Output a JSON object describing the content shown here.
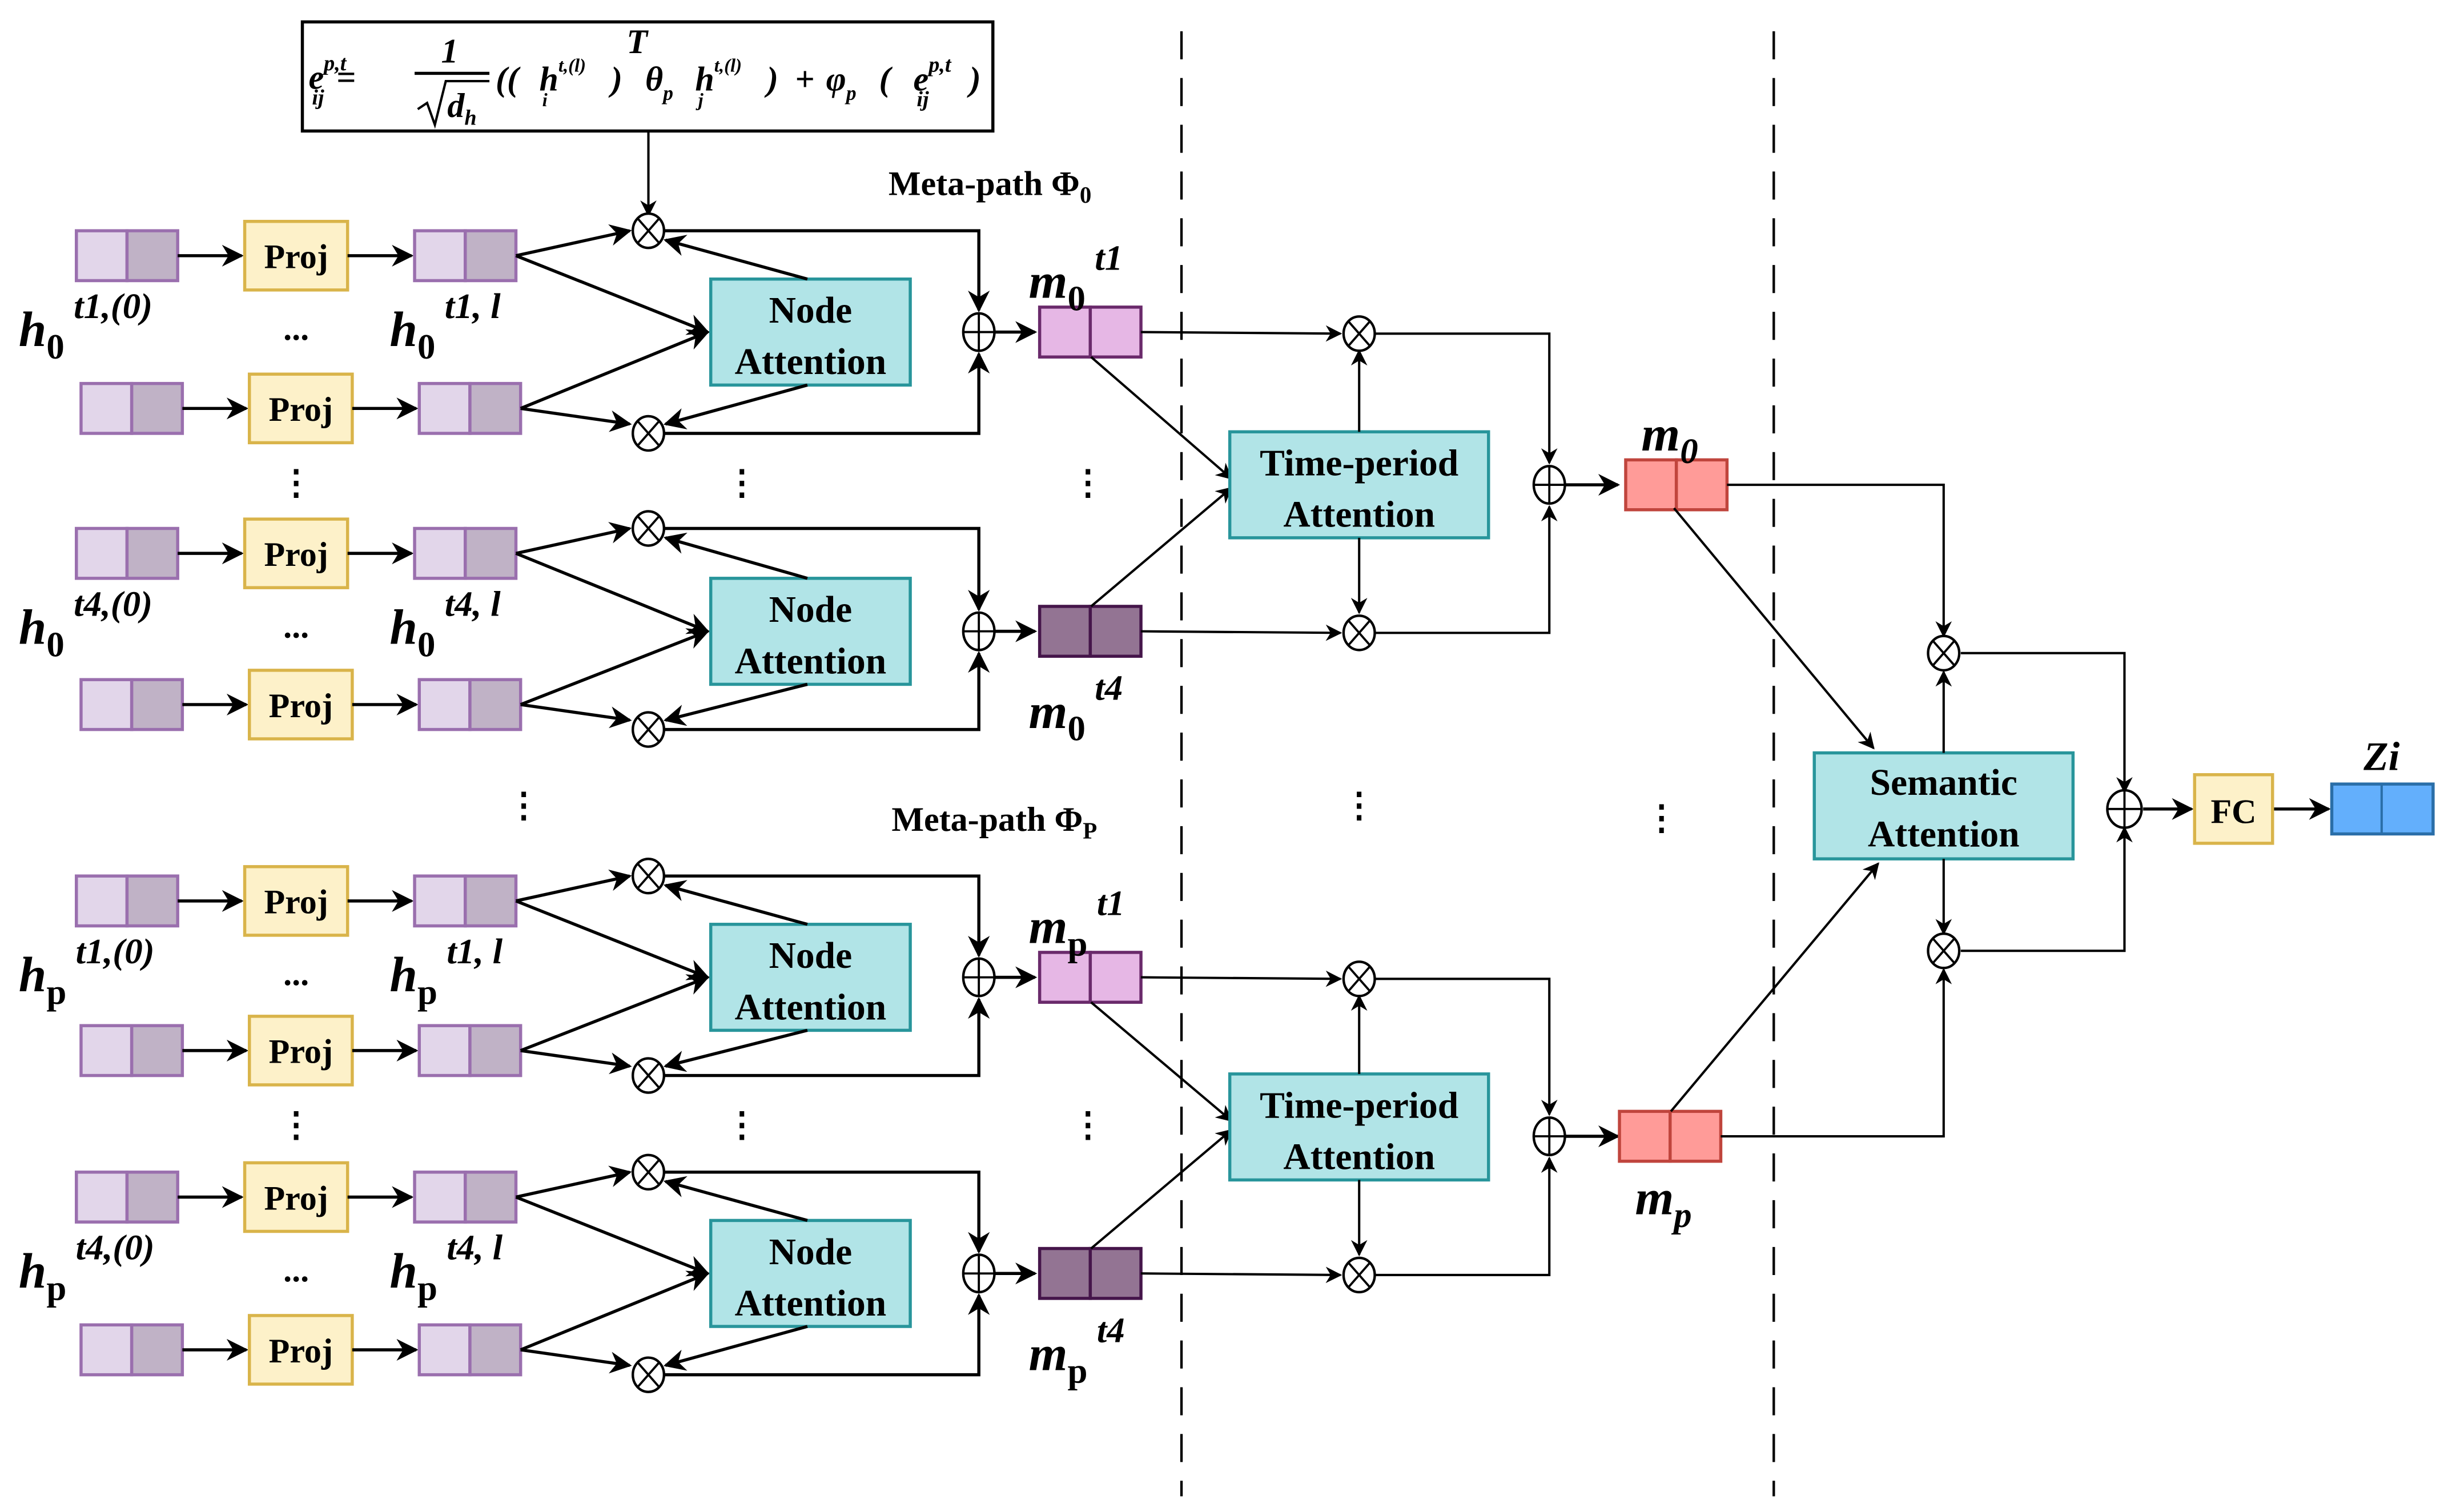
{
  "formula": {
    "lhs": "e",
    "lhs_sup": "p,t",
    "lhs_sub": "ij",
    "equals": "=",
    "frac_num": "1",
    "frac_den": "d",
    "frac_den_sub": "h",
    "body": "((h_i^{t,(l)})^T θ_p h_j^{t,(l)}) + φ_p(e_ij^{p,t})",
    "parts": {
      "h1": "h",
      "h1_sup": "t,(l)",
      "h1_sub": "i",
      "transpose": "T",
      "theta": "θ",
      "theta_sub": "p",
      "h2": "h",
      "h2_sup": "t,(l)",
      "h2_sub": "j",
      "plus": "+",
      "phi": "φ",
      "phi_sub": "p",
      "e2": "e",
      "e2_sup": "p,t",
      "e2_sub": "ij"
    }
  },
  "metapaths": [
    {
      "title": "Meta-path Φ",
      "title_sub": "0",
      "sym": "h",
      "sub": "0",
      "groups": [
        {
          "input_label_sup": "t1,(0)",
          "proj_label_sup": "t1, l",
          "m_label": "m",
          "m_sub": "0",
          "m_sup": "t1"
        },
        {
          "input_label_sup": "t4,(0)",
          "proj_label_sup": "t4, l",
          "m_label": "m",
          "m_sub": "0",
          "m_sup": "t4"
        }
      ],
      "output_label": "m",
      "output_sub": "0"
    },
    {
      "title": "Meta-path Φ",
      "title_sub": "P",
      "sym": "h",
      "sub": "p",
      "groups": [
        {
          "input_label_sup": "t1,(0)",
          "proj_label_sup": "t1, l",
          "m_label": "m",
          "m_sub": "p",
          "m_sup": "t1"
        },
        {
          "input_label_sup": "t4,(0)",
          "proj_label_sup": "t4, l",
          "m_label": "m",
          "m_sub": "p",
          "m_sup": "t4"
        }
      ],
      "output_label": "m",
      "output_sub": "p"
    }
  ],
  "blocks": {
    "proj": "Proj",
    "node_attention_l1": "Node",
    "node_attention_l2": "Attention",
    "time_attention_l1": "Time-period",
    "time_attention_l2": "Attention",
    "semantic_attention_l1": "Semantic",
    "semantic_attention_l2": "Attention",
    "fc": "FC",
    "output": "Zi"
  },
  "ellipsis_h": "...",
  "ellipsis_v": "⋮",
  "operators": {
    "multiply": "⊗",
    "add": "⊕"
  },
  "colors": {
    "vec_light": "#e2d6ea",
    "vec_dark": "#c0b2c6",
    "vec_border": "#9a6fae",
    "proj_fill": "#fdf1c9",
    "proj_border": "#d9b44a",
    "attn_fill": "#b1e4e7",
    "attn_border": "#28959b",
    "m_t1_fill": "#e6b7e5",
    "m_t1_border": "#6a2a6b",
    "m_t4_fill": "#937493",
    "m_t4_border": "#45154a",
    "m_fill": "#ff9b98",
    "m_border": "#c0453d",
    "z_fill": "#63affc",
    "z_border": "#2a6ea8"
  }
}
